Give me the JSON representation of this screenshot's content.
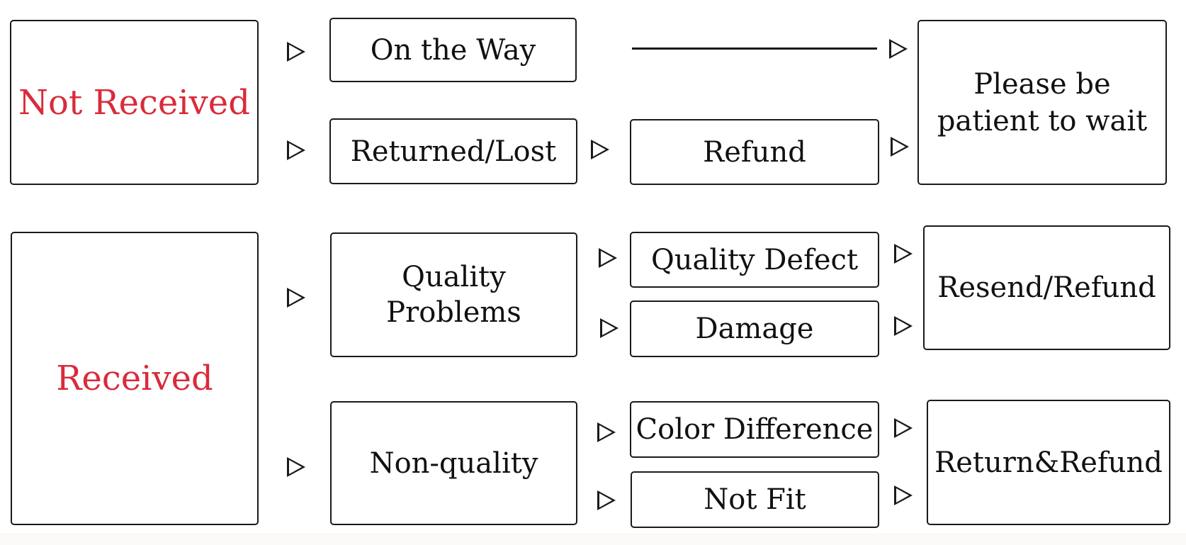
{
  "categories": {
    "not_received": "Not Received",
    "received": "Received"
  },
  "situations": {
    "on_the_way": "On the Way",
    "returned_lost": "Returned/Lost",
    "quality_problems": "Quality Problems",
    "non_quality": "Non-quality"
  },
  "details": {
    "refund": "Refund",
    "quality_defect": "Quality Defect",
    "damage": "Damage",
    "color_difference": "Color Difference",
    "not_fit": "Not Fit"
  },
  "outcomes": {
    "please_wait": "Please be\npatient to wait",
    "resend_refund": "Resend/Refund",
    "return_refund": "Return&Refund"
  },
  "colors": {
    "category_text": "#d92b3a",
    "border": "#1a1a1a",
    "text": "#111111"
  }
}
